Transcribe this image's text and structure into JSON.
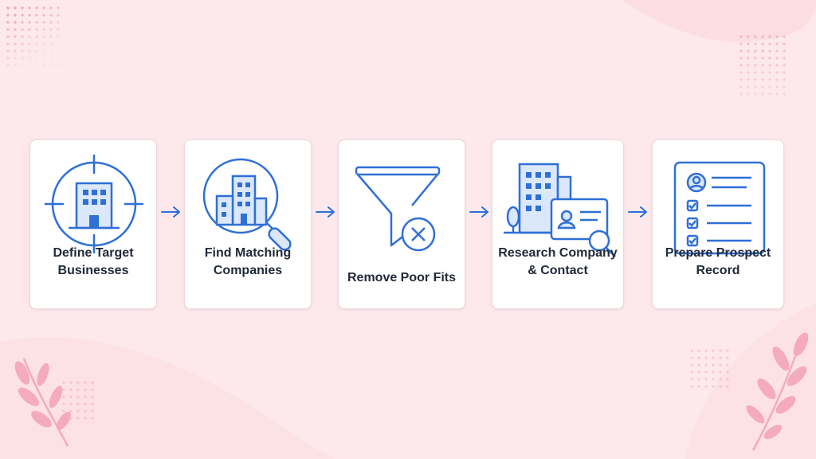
{
  "steps": [
    {
      "label": "Define Target\nBusinesses",
      "icon": "target-building-icon"
    },
    {
      "label": "Find Matching\nCompanies",
      "icon": "magnifier-buildings-icon"
    },
    {
      "label": "Remove Poor Fits",
      "icon": "funnel-x-icon"
    },
    {
      "label": "Research Company\n& Contact",
      "icon": "building-contact-card-icon"
    },
    {
      "label": "Prepare Prospect\nRecord",
      "icon": "checklist-record-icon"
    }
  ],
  "colors": {
    "background": "#fde9ec",
    "accent": "#2f6fd6",
    "text": "#222a3a",
    "card": "#ffffff",
    "decor": "#f4a6b8"
  }
}
